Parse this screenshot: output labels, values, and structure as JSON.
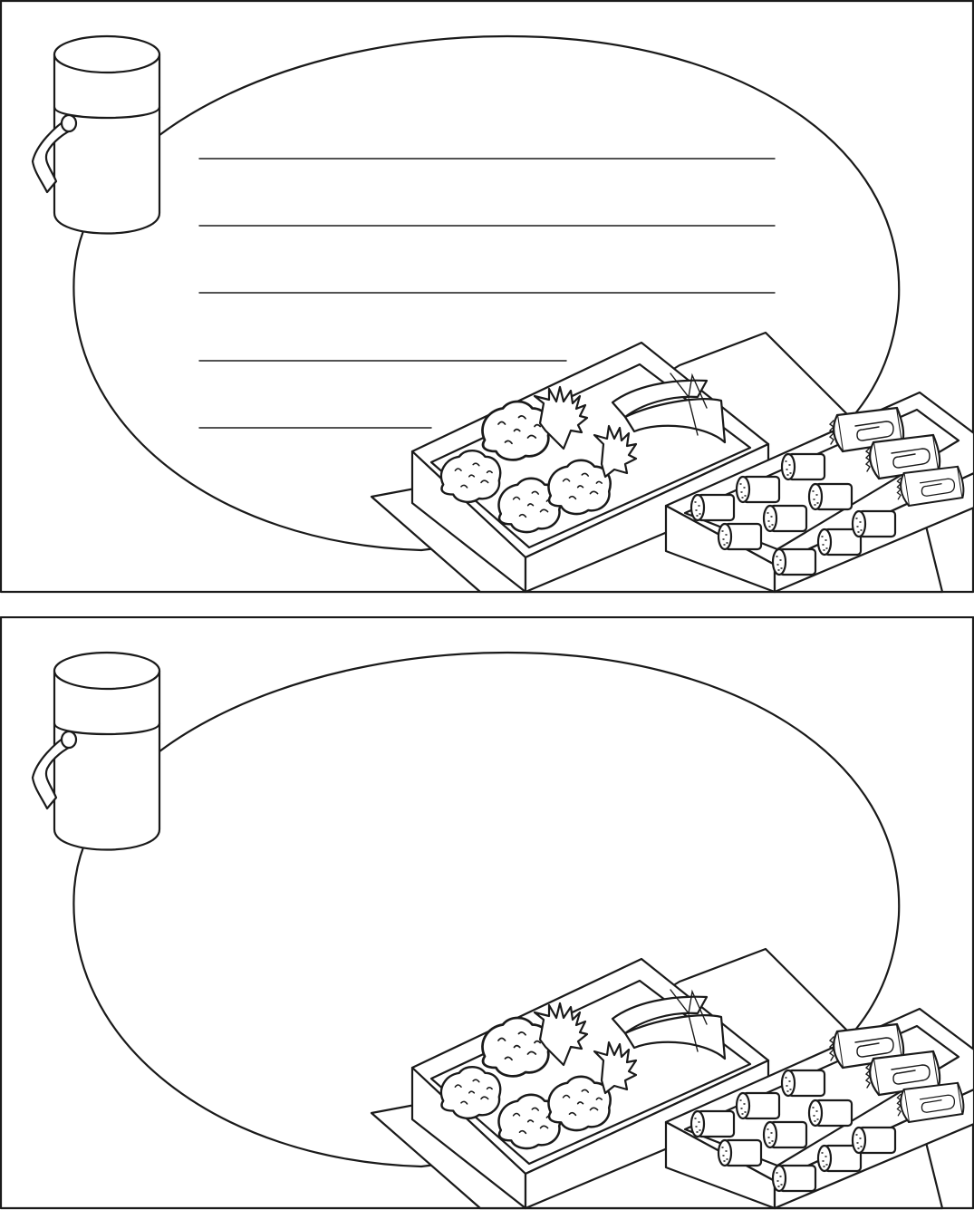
{
  "cards": [
    {
      "variant": "lined",
      "writing_lines": 5
    },
    {
      "variant": "blank",
      "writing_lines": 0
    }
  ],
  "illustration": {
    "items": [
      "thermos-icon",
      "speech-bubble",
      "bento-box-icon",
      "rolled-omelette-icon",
      "karaage-icon",
      "sushi-roll-icon"
    ]
  },
  "colors": {
    "line": "#1a1a1a",
    "paper": "#ffffff"
  }
}
